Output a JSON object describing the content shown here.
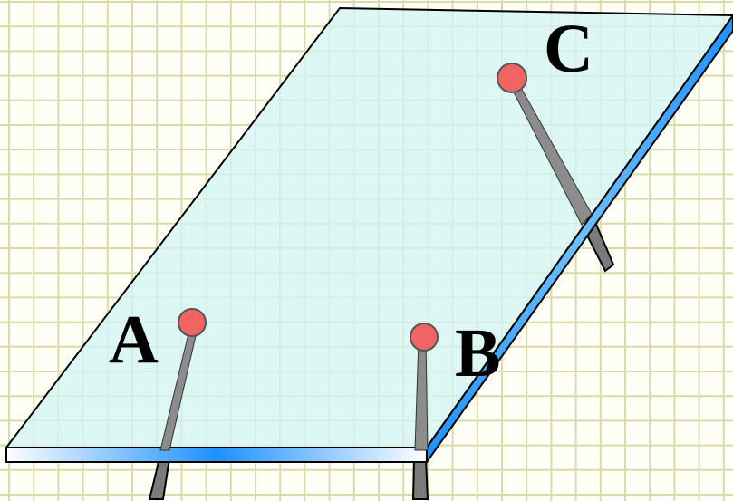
{
  "colors": {
    "background": "#fffff6",
    "grid": "#d9dcaa",
    "plane_fill": "#d4f5f5",
    "plane_edge_front": "#1e90ff",
    "pin_head": "#f06464",
    "pin_shaft": "#808080"
  },
  "diagram": {
    "points": [
      {
        "label": "A"
      },
      {
        "label": "B"
      },
      {
        "label": "C"
      }
    ]
  }
}
